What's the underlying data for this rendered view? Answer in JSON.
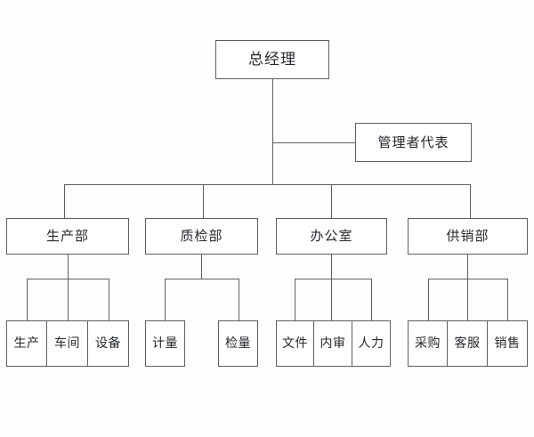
{
  "chart": {
    "title_node": {
      "label": "总经理"
    },
    "staff_node": {
      "label": "管理者代表"
    },
    "departments": [
      {
        "label": "生产部"
      },
      {
        "label": "质检部"
      },
      {
        "label": "办公室"
      },
      {
        "label": "供销部"
      }
    ],
    "production_children": [
      {
        "label": "生产"
      },
      {
        "label": "车间"
      },
      {
        "label": "设备"
      }
    ],
    "quality_children": [
      {
        "label": "计量"
      },
      {
        "label": "检量"
      }
    ],
    "office_children": [
      {
        "label": "文件"
      },
      {
        "label": "内审"
      },
      {
        "label": "人力"
      }
    ],
    "supply_children": [
      {
        "label": "采购"
      },
      {
        "label": "客服"
      },
      {
        "label": "销售"
      }
    ],
    "colors": {
      "border": "#5a5f66",
      "text": "#25282c",
      "background": "#fefefe",
      "box_fill": "#ffffff"
    }
  }
}
